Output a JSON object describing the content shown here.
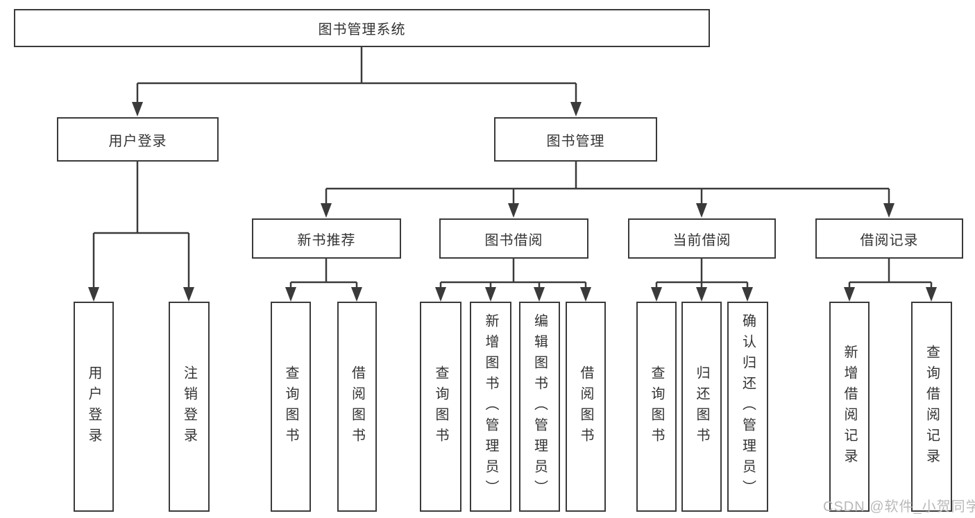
{
  "title": "图书管理系统",
  "watermark": {
    "text": "CSDN @软件_小贺同学"
  },
  "colors": {
    "line": "#3a3a3a",
    "box_border": "#3a3a3a",
    "box_background": "#ffffff",
    "text": "#333333",
    "watermark": "#b9b9b9"
  },
  "nodes": {
    "root": {
      "label": "图书管理系统"
    },
    "level2": [
      {
        "label": "用户登录",
        "parent": "图书管理系统"
      },
      {
        "label": "图书管理",
        "parent": "图书管理系统"
      }
    ],
    "level3": [
      {
        "label": "新书推荐",
        "parent": "图书管理"
      },
      {
        "label": "图书借阅",
        "parent": "图书管理"
      },
      {
        "label": "当前借阅",
        "parent": "图书管理"
      },
      {
        "label": "借阅记录",
        "parent": "图书管理"
      }
    ],
    "leaves": [
      {
        "label": "用户登录",
        "parent": "用户登录"
      },
      {
        "label": "注销登录",
        "parent": "用户登录"
      },
      {
        "label": "查询图书",
        "parent": "新书推荐"
      },
      {
        "label": "借阅图书",
        "parent": "新书推荐"
      },
      {
        "label": "查询图书",
        "parent": "图书借阅"
      },
      {
        "label": "新增图书（管理员）",
        "parent": "图书借阅"
      },
      {
        "label": "编辑图书（管理员）",
        "parent": "图书借阅"
      },
      {
        "label": "借阅图书",
        "parent": "图书借阅"
      },
      {
        "label": "查询图书",
        "parent": "当前借阅"
      },
      {
        "label": "归还图书",
        "parent": "当前借阅"
      },
      {
        "label": "确认归还（管理员）",
        "parent": "当前借阅"
      },
      {
        "label": "新增借阅记录",
        "parent": "借阅记录"
      },
      {
        "label": "查询借阅记录",
        "parent": "借阅记录"
      }
    ]
  }
}
